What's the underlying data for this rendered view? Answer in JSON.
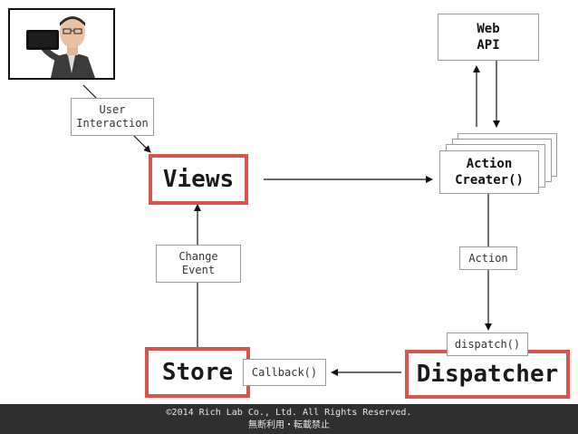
{
  "nodes": {
    "user_interaction": "User\nInteraction",
    "views": "Views",
    "web_api": "Web\nAPI",
    "action_creater": "Action\nCreater()",
    "change_event": "Change\nEvent",
    "action": "Action",
    "dispatch": "dispatch()",
    "store": "Store",
    "callback": "Callback()",
    "dispatcher": "Dispatcher"
  },
  "footer": {
    "copyright": "©2014 Rich Lab Co., Ltd. All Rights Reserved.",
    "notice": "無断利用・転載禁止"
  },
  "colors": {
    "accent_border": "#d9534f",
    "footer_bg": "#2f2f2f"
  }
}
